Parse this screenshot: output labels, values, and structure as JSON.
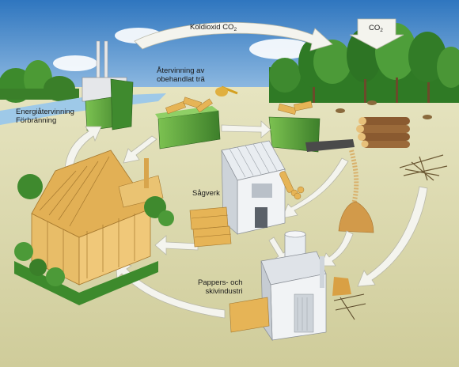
{
  "labels": {
    "koldioxid": "Koldioxid CO",
    "koldioxid_sub": "2",
    "co2": "CO",
    "co2_sub": "2",
    "atervinning_line1": "Återvinning av",
    "atervinning_line2": "obehandlat trä",
    "energi_line1": "Energiåtervinning",
    "energi_line2": "Förbränning",
    "sagverk": "Sågverk",
    "pappers_line1": "Pappers- och",
    "pappers_line2": "skivindustri"
  },
  "colors": {
    "sky": "#3f86c9",
    "ground": "#dcd9ad",
    "forest": "#3f8a2e",
    "arrow": "#f4f4ee",
    "wood": "#e6b456",
    "container_green": "#5aa33c",
    "building": "#e9edf1"
  }
}
